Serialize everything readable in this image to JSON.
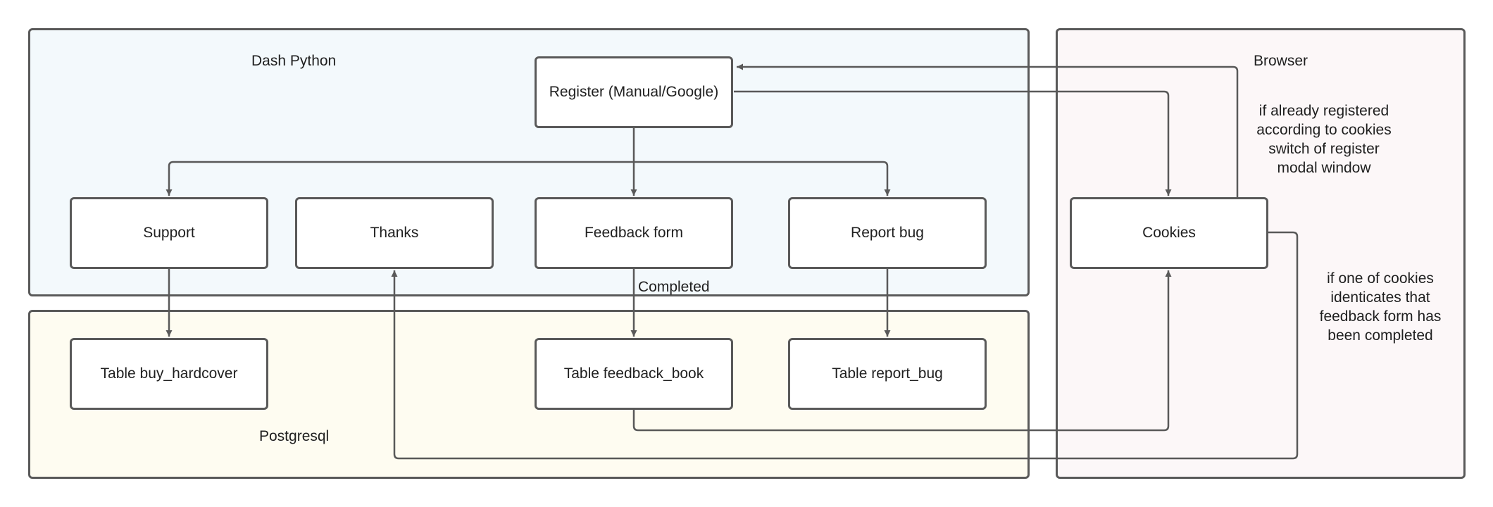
{
  "regions": {
    "dash": "Dash Python",
    "postgres": "Postgresql",
    "browser": "Browser"
  },
  "nodes": {
    "register": "Register (Manual/Google)",
    "support": "Support",
    "thanks": "Thanks",
    "feedback_form": "Feedback form",
    "report_bug": "Report bug",
    "cookies": "Cookies",
    "table_buy_hardcover": "Table buy_hardcover",
    "table_feedback_book": "Table feedback_book",
    "table_report_bug": "Table report_bug"
  },
  "edge_labels": {
    "completed": "Completed"
  },
  "notes": {
    "registered": [
      "if already registered",
      "according to cookies",
      "switch of register",
      "modal window"
    ],
    "feedback": [
      "if one of cookies",
      "identicates that",
      "feedback form has",
      "been completed"
    ]
  },
  "colors": {
    "line": "#595959",
    "dash_bg": "#f3f9fc",
    "postgres_bg": "#fefcf1",
    "browser_bg": "#fcf7f8"
  }
}
